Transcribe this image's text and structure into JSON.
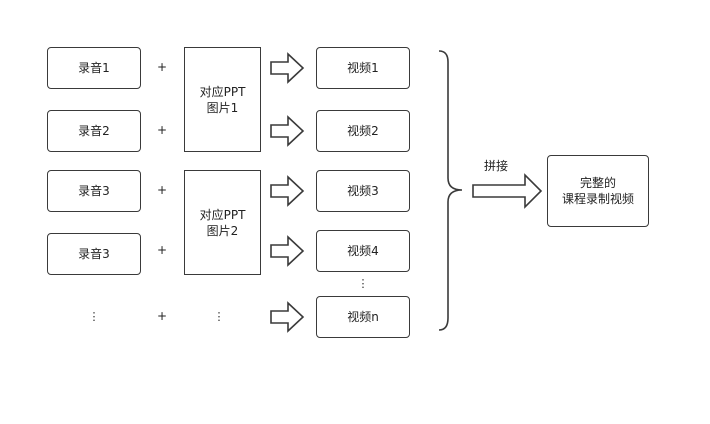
{
  "recordings": [
    "录音1",
    "录音2",
    "录音3",
    "录音3"
  ],
  "ppt_slides": [
    {
      "line1": "对应PPT",
      "line2": "图片1"
    },
    {
      "line1": "对应PPT",
      "line2": "图片2"
    }
  ],
  "videos": [
    "视频1",
    "视频2",
    "视频3",
    "视频4",
    "视频n"
  ],
  "plus_sign": "+",
  "ellipsis": "⋮",
  "join_label": "拼接",
  "result": {
    "line1": "完整的",
    "line2": "课程录制视频"
  }
}
